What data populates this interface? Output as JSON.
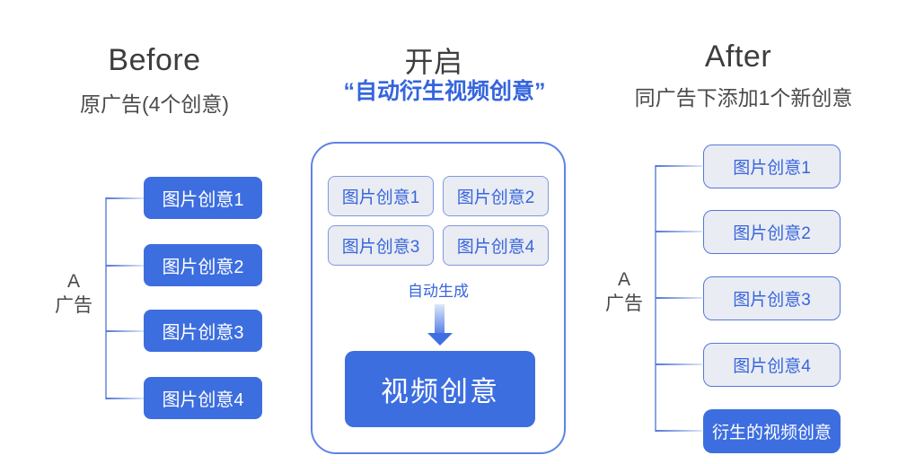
{
  "colors": {
    "primary_blue": "#3d6ee0",
    "light_box_fill": "#e9ecf3",
    "box_border_blue": "#5778dc",
    "container_border_blue": "#5c83e8",
    "text_blue": "#3765dc",
    "heading_dark": "#3d3d3d",
    "bracket_line_blue": "#8aa4e6",
    "background": "#ffffff"
  },
  "before": {
    "title": "Before",
    "subtitle": "原广告(4个创意)",
    "group_label_line1": "A",
    "group_label_line2": "广告",
    "items": [
      "图片创意1",
      "图片创意2",
      "图片创意3",
      "图片创意4"
    ]
  },
  "process": {
    "title": "开启",
    "subtitle": "“自动衍生视频创意”",
    "items": [
      "图片创意1",
      "图片创意2",
      "图片创意3",
      "图片创意4"
    ],
    "action_label": "自动生成",
    "result_label": "视频创意"
  },
  "after": {
    "title": "After",
    "subtitle": "同广告下添加1个新创意",
    "group_label_line1": "A",
    "group_label_line2": "广告",
    "items": [
      "图片创意1",
      "图片创意2",
      "图片创意3",
      "图片创意4"
    ],
    "new_item": "衍生的视频创意"
  }
}
